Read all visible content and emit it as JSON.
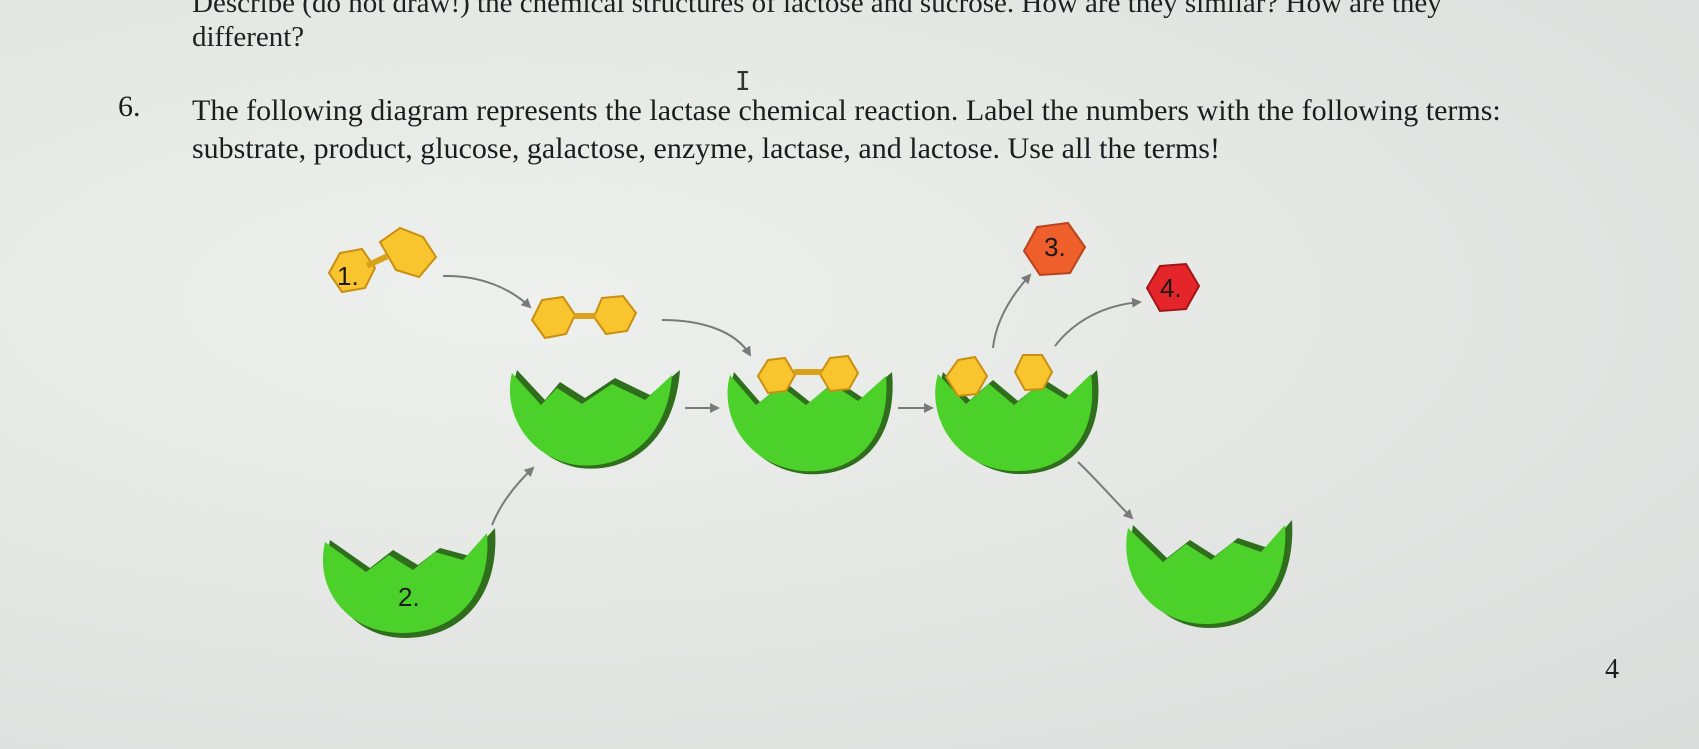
{
  "previous_question": {
    "line1": "Describe (do not draw!) the chemical structures of lactose and sucrose. How are they similar? How are they",
    "line2": "different?"
  },
  "question6": {
    "number": "6.",
    "text": "The following diagram represents the lactase chemical reaction. Label the numbers with the following terms: substrate, product, glucose, galactose, enzyme, lactase, and lactose. Use all the terms!"
  },
  "diagram": {
    "labels": [
      "1.",
      "2.",
      "3.",
      "4."
    ],
    "colors": {
      "enzyme": "#4cd12a",
      "enzyme_edge": "#2f6e1c",
      "sugar": "#f9c52f",
      "product3": "#ee5f2c",
      "product4": "#e4262a",
      "arrow": "#777777"
    }
  },
  "page_number": "4"
}
